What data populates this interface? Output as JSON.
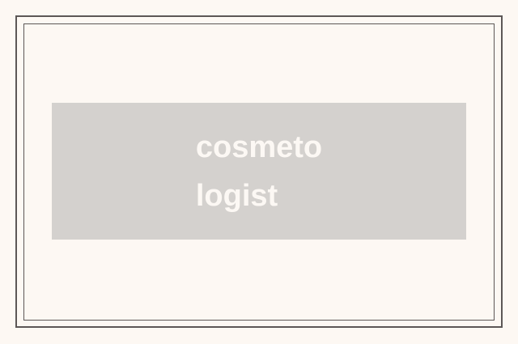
{
  "card": {
    "word": "cosmetologist",
    "lines": [
      "cosmeto",
      "logist"
    ]
  },
  "colors": {
    "page_background": "#fdf8f3",
    "frame_border": "#5d5756",
    "card_background": "#d4d1ce",
    "card_text": "#fcf8f4"
  }
}
